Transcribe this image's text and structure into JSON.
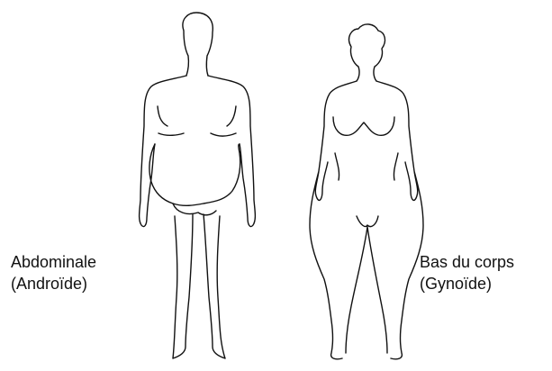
{
  "labels": {
    "left": {
      "line1": "Abdominale",
      "line2": "(Androïde)"
    },
    "right": {
      "line1": "Bas du corps",
      "line2": "(Gynoïde)"
    }
  },
  "figures": {
    "left": "android-body-outline",
    "right": "gynoid-body-outline"
  }
}
